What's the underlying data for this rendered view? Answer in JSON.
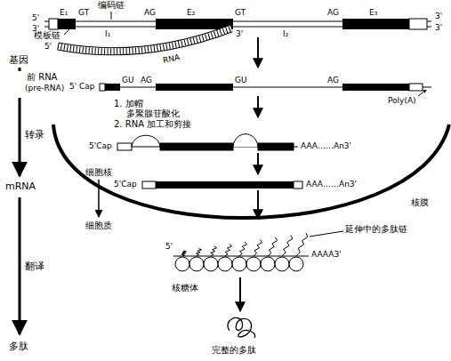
{
  "diagram": {
    "labels": [
      "编码链",
      "5'",
      "3'",
      "E₁",
      "GT",
      "AG",
      "E₂",
      "GT",
      "AG",
      "E₃",
      "3'",
      "3'",
      "I₁",
      "I₂",
      "模板链",
      "5'",
      "RNA",
      "3'",
      "基因",
      "前 RNA",
      "(pre-RNA)",
      "5' Cap",
      "GU",
      "AG",
      "GU",
      "AG",
      "Poly(A)",
      "1. 加帽",
      "多聚腺苷酸化",
      "2. RNA 加工和剪接",
      "转录",
      "5'Cap",
      "AAA……An3'",
      "细胞核",
      "细胞质",
      "mRNA",
      "5'Cap",
      "AAA……An3'",
      "核膜",
      "延伸中的多肽链",
      "5'",
      "AAAA3'",
      "核糖体",
      "翻译",
      "完整的多肽",
      "多肽"
    ]
  }
}
